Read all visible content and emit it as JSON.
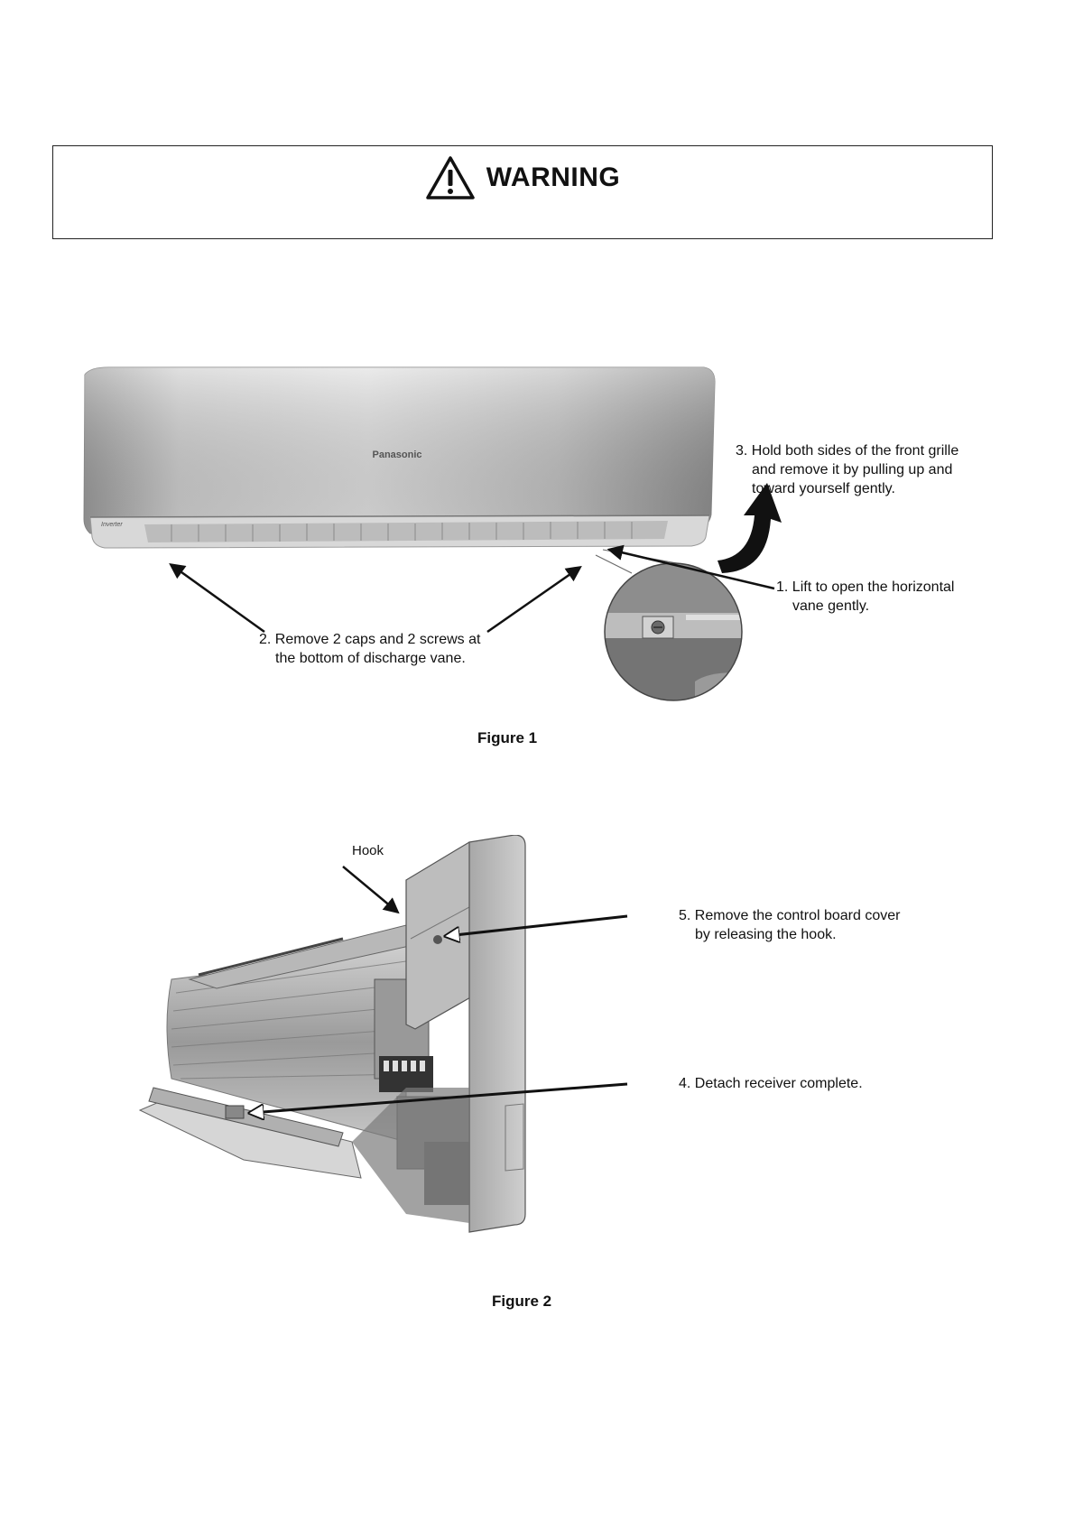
{
  "warning": {
    "title": "WARNING",
    "icon": "warning-triangle-icon"
  },
  "figure1": {
    "brand": "Panasonic",
    "side_badge": "Inverter",
    "caption": "Figure 1",
    "callouts": {
      "step3": [
        "3. Hold both sides of the front grille",
        "and remove it by pulling up and",
        "toward yourself gently."
      ],
      "step1": [
        "1. Lift to open the horizontal",
        "vane gently."
      ],
      "step2": [
        "2. Remove 2 caps and 2 screws at",
        "the bottom of discharge vane."
      ]
    }
  },
  "figure2": {
    "caption": "Figure 2",
    "callouts": {
      "hook": "Hook",
      "step5": [
        "5. Remove the control board cover",
        "by releasing the hook."
      ],
      "step4": "4. Detach receiver complete."
    }
  },
  "colors": {
    "ink": "#111111",
    "unit_body": "#c9c9c9",
    "unit_dark": "#6e6e6e"
  }
}
